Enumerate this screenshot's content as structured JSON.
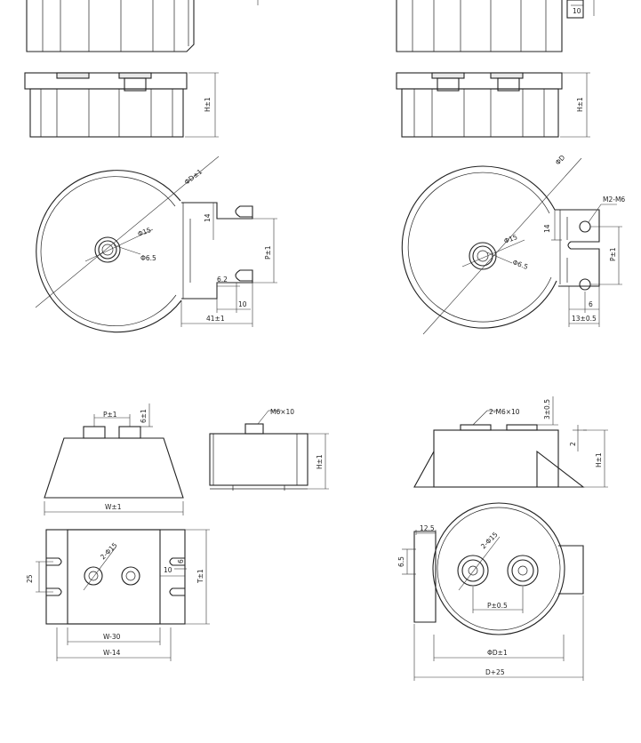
{
  "labels": {
    "h1": "H±1",
    "h2": "H±1",
    "top_right_10": "10",
    "d_phi_pm1": "ΦD±1",
    "phi15_a": "Φ15",
    "phi65_a": "Φ6.5",
    "w14_a": "14",
    "p_pm1_a": "P±1",
    "d62": "6.2",
    "d10_a": "10",
    "d41": "41±1",
    "d_phi": "ΦD",
    "m2m6": "M2-M6",
    "w14_b": "14",
    "phi15_b": "Φ15",
    "phi65_b": "Φ6.5",
    "p_pm1_b": "P±1",
    "d6_b": "6",
    "d13": "13±0.5",
    "p_pm1_c": "P±1",
    "d6pm1": "6±1",
    "w_pm1": "W±1",
    "m6x10": "M6×10",
    "h3": "H±1",
    "m6x10_2": "2-M6×10",
    "d3": "3±0.5",
    "d2": "2",
    "h4": "H±1",
    "d25": "25",
    "phi15_c": "2-Φ15",
    "d10_c": "10",
    "d6_c": "6",
    "t_pm1": "T±1",
    "w30": "W-30",
    "w_14": "W-14",
    "d125": "12.5",
    "d65": "6.5",
    "phi15_d": "2-Φ15",
    "p05": "P±0.5",
    "d_phi_pm1_b": "ΦD±1",
    "d_plus25": "D+25"
  }
}
